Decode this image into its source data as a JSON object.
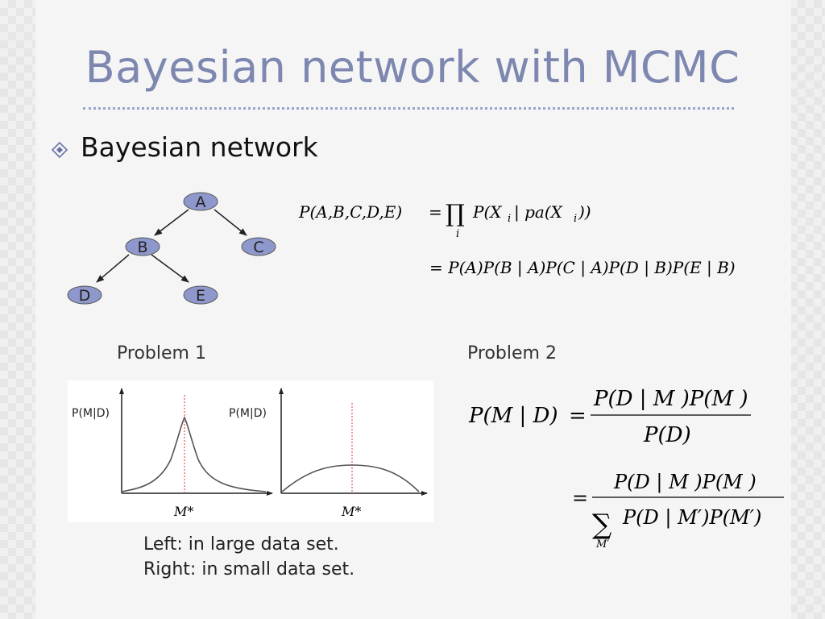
{
  "slide": {
    "title": "Bayesian network with MCMC",
    "bullet": "Bayesian network"
  },
  "network": {
    "nodes": [
      "A",
      "B",
      "C",
      "D",
      "E"
    ],
    "edges": [
      [
        "A",
        "B"
      ],
      [
        "A",
        "C"
      ],
      [
        "B",
        "D"
      ],
      [
        "B",
        "E"
      ]
    ]
  },
  "formulas": {
    "joint_lhs": "P(A,B,C,D,E)",
    "joint_eq": "=",
    "joint_prod": "∏",
    "joint_prod_index": "i",
    "joint_rhs": "P(X",
    "joint_rhs_sub1": "i",
    "joint_rhs_mid": " | pa(X",
    "joint_rhs_sub2": "i",
    "joint_rhs_end": "))",
    "factorized": "= P(A)P(B | A)P(C | A)P(D | B)P(E | B)",
    "posterior_lhs": "P(M | D)",
    "posterior_eq": "=",
    "posterior_num": "P(D | M )P(M )",
    "posterior_den": "P(D)",
    "posterior2_eq": "=",
    "posterior2_num": "P(D | M )P(M )",
    "posterior2_sum": "∑",
    "posterior2_sum_index": "M′",
    "posterior2_den": "P(D | M′)P(M′)"
  },
  "problems": {
    "problem1_label": "Problem 1",
    "problem2_label": "Problem 2"
  },
  "plots": {
    "left_ylabel": "P(M|D)",
    "right_ylabel": "P(M|D)",
    "left_xlabel": "M*",
    "right_xlabel": "M*",
    "peak_line_color": "#e03030",
    "curve_color": "#555555"
  },
  "caption": {
    "line1": "Left: in large data set.",
    "line2": "Right: in small data set."
  },
  "colors": {
    "title": "#7d87b0",
    "node_fill": "#8f98cc",
    "bullet": "#6a73a8"
  }
}
